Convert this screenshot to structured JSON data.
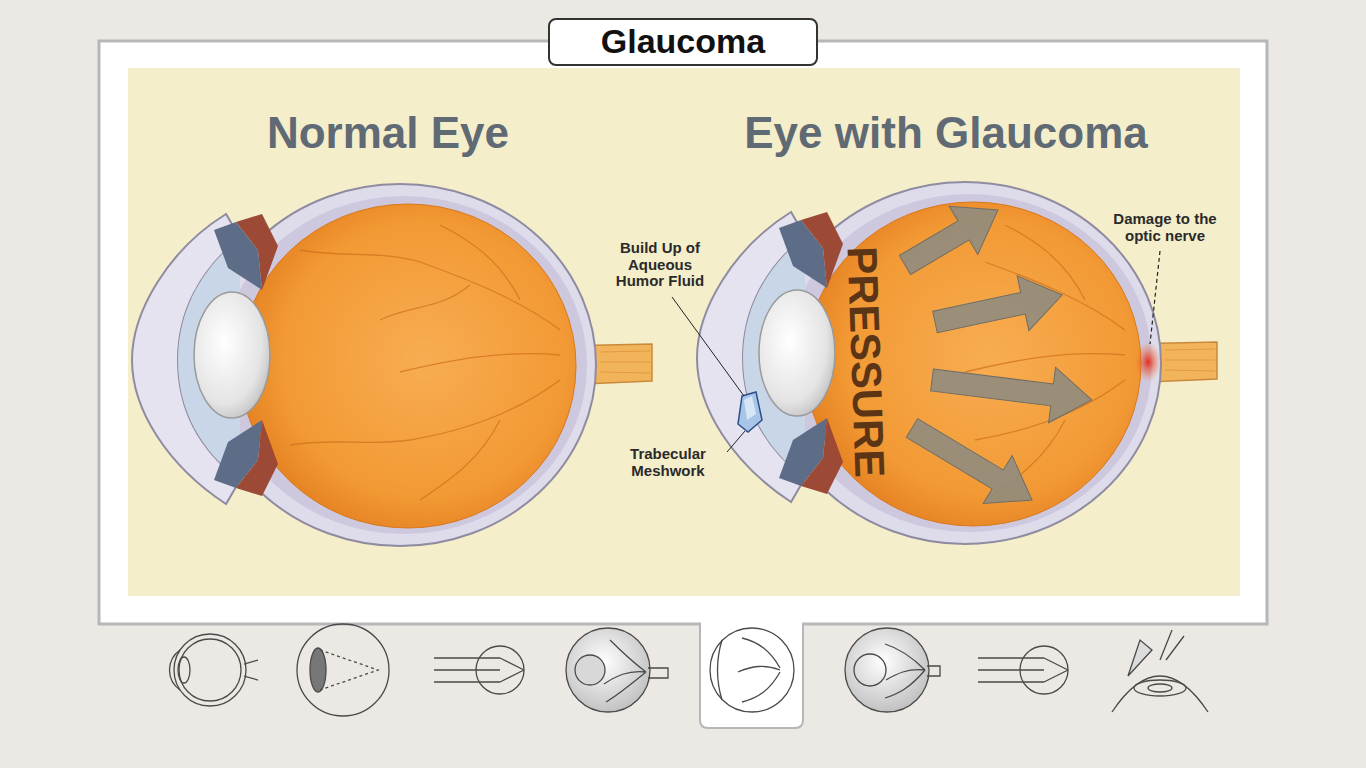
{
  "diagram": {
    "title": "Glaucoma",
    "labels": [
      "Normal Eye",
      "Eye with Glaucoma",
      "Build Up of Aqueous Humor Fluid",
      "Trabecular Meshwork",
      "Damage to the optic nerve",
      "PRESSURE"
    ]
  }
}
